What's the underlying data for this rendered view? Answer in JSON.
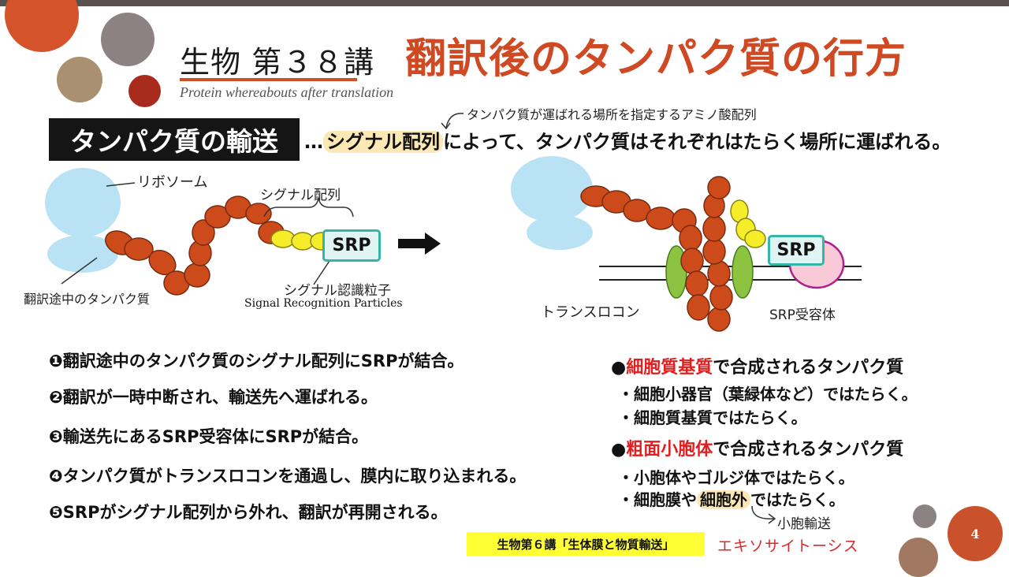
{
  "header": {
    "course_label": "生物 第３８講",
    "title": "翻訳後のタンパク質の行方",
    "subtitle": "Protein whereabouts after translation"
  },
  "section": {
    "heading": "タンパク質の輸送",
    "lead_prefix": "…",
    "lead_highlight": "シグナル配列",
    "lead_rest": "によって、タンパク質はそれぞれはたらく場所に運ばれる。",
    "signal_note": "タンパク質が運ばれる場所を指定するアミノ酸配列"
  },
  "diagram_left": {
    "ribosome_label": "リボソーム",
    "signal_label": "シグナル配列",
    "srp_label": "SRP",
    "srp_jp_label": "シグナル認識粒子",
    "srp_en_label": "Signal Recognition Particles",
    "protein_label": "翻訳途中のタンパク質"
  },
  "diagram_right": {
    "srp_label": "SRP",
    "translocon_label": "トランスロコン",
    "receptor_label": "SRP受容体"
  },
  "steps": [
    "❶翻訳途中のタンパク質のシグナル配列にSRPが結合。",
    "❷翻訳が一時中断され、輸送先へ運ばれる。",
    "❸輸送先にあるSRP受容体にSRPが結合。",
    "❹タンパク質がトランスロコンを通過し、膜内に取り込まれる。",
    "❺SRPがシグナル配列から外れ、翻訳が再開される。"
  ],
  "right_panel": {
    "cytosol_bullet": "●",
    "cytosol_red": "細胞質基質",
    "cytosol_rest": "で合成されるタンパク質",
    "cytosol_items": [
      "・細胞小器官（葉緑体など）ではたらく。",
      "・細胞質基質ではたらく。"
    ],
    "rer_bullet": "●",
    "rer_red": "粗面小胞体",
    "rer_rest": "で合成されるタンパク質",
    "rer_item1": "・小胞体やゴルジ体ではたらく。",
    "rer_item2_prefix": "・細胞膜や",
    "rer_item2_highlight": "細胞外",
    "rer_item2_suffix": "ではたらく。",
    "vesicle_note": "小胞輸送"
  },
  "footer": {
    "reference": "生物第６講「生体膜と物質輸送」",
    "exocytosis": "エキソサイトーシス",
    "page_number": "4"
  },
  "colors": {
    "accent": "#cf4a22",
    "ribosome": "#b9e3f4",
    "amino_acid": "#cd4b1b",
    "signal_sequence": "#f5ec2a",
    "srp_border": "#35b5a5",
    "translocon": "#8cc442",
    "receptor": "#f9c9d8",
    "highlight": "#fbe8b5"
  }
}
